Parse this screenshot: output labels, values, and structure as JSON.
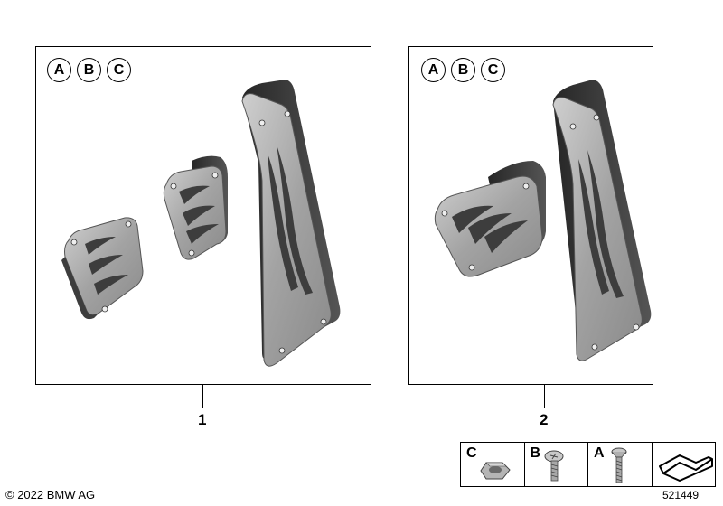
{
  "panels": [
    {
      "badges": [
        "A",
        "B",
        "C"
      ],
      "position_label": "1"
    },
    {
      "badges": [
        "A",
        "B",
        "C"
      ],
      "position_label": "2"
    }
  ],
  "legend": {
    "cells": [
      {
        "letter": "C",
        "part": "hex-nut-icon"
      },
      {
        "letter": "B",
        "part": "pan-head-screw-icon"
      },
      {
        "letter": "A",
        "part": "countersunk-screw-icon"
      },
      {
        "letter": "",
        "part": "folded-sheet-icon"
      }
    ]
  },
  "copyright": "© 2022 BMW AG",
  "document_number": "521449",
  "colors": {
    "aluminium": "#a3a3a3",
    "rubber": "#3d3d3d",
    "line": "#000000"
  }
}
